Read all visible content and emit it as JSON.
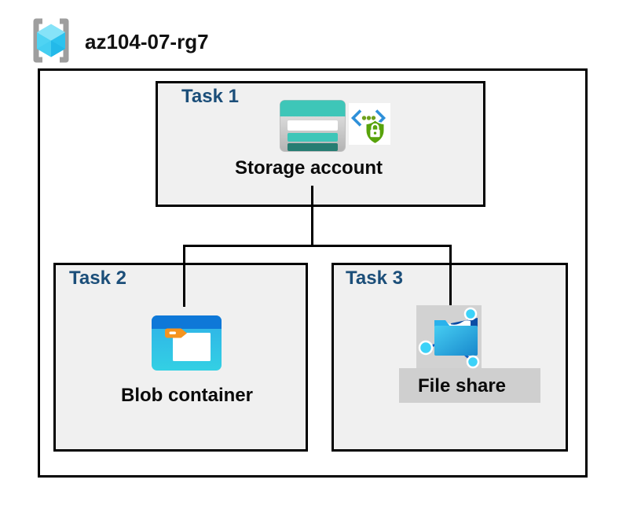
{
  "resource_group": {
    "name": "az104-07-rg7"
  },
  "tasks": {
    "task1": {
      "label": "Task 1",
      "resource": "Storage account"
    },
    "task2": {
      "label": "Task 2",
      "resource": "Blob container"
    },
    "task3": {
      "label": "Task 3",
      "resource": "File share"
    }
  },
  "icons": {
    "resource_group": "resource-group-icon",
    "storage_account": "storage-account-icon",
    "shared_access_signature": "shared-access-signature-lock-icon",
    "blob_container": "blob-container-icon",
    "file_share": "file-share-icon"
  },
  "colors": {
    "task_label_blue": "#1B4E79",
    "box_fill_gray": "#F0F0F0",
    "box_border": "#000000",
    "connector_line": "#000000",
    "storage_teal": "#3EC6B8",
    "storage_dark_teal": "#267D72",
    "blob_header_blue": "#0E78D8",
    "blob_body_cyan": "#31B7E9",
    "folder_tab_orange": "#F5941F",
    "sas_shield_green": "#58A30B",
    "sas_bracket_blue": "#2E90D9",
    "file_share_navy": "#0A4CA4",
    "file_share_cyan": "#3CD2F8",
    "icon_bg_gray": "#D2D2D2",
    "rg_cube_cyan": "#4FD3F3",
    "rg_bracket_gray": "#9E9E9E"
  }
}
